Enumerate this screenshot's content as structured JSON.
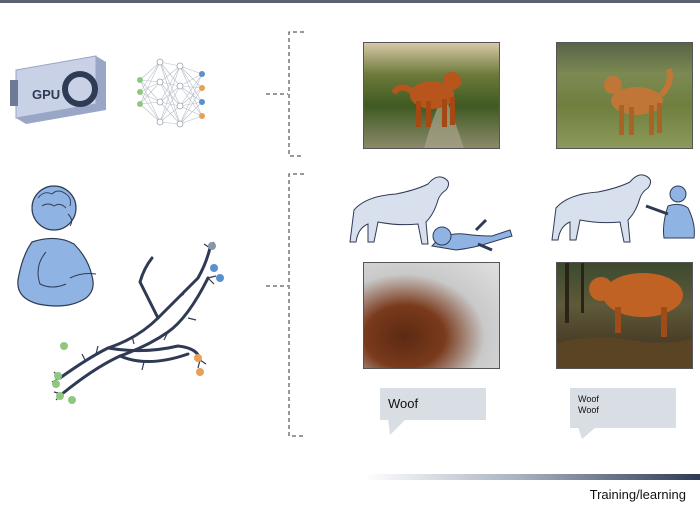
{
  "gpu": {
    "label": "GPU"
  },
  "speech": {
    "single_woof": "Woof",
    "double_woof_line1": "Woof",
    "double_woof_line2": "Woof"
  },
  "caption": {
    "text": "Training/learning"
  },
  "colors": {
    "accent_blue": "#7fa8d8",
    "line_dark": "#2f3a55",
    "bubble_gray": "#d9dee5",
    "node_green": "#8fc77f",
    "node_orange": "#e8a056",
    "node_blue": "#5b8fcf"
  },
  "icons": [
    "gpu-icon",
    "neural-network-icon",
    "baby-icon",
    "neuron-icon",
    "dog-sketch-icon",
    "dog-photo"
  ]
}
